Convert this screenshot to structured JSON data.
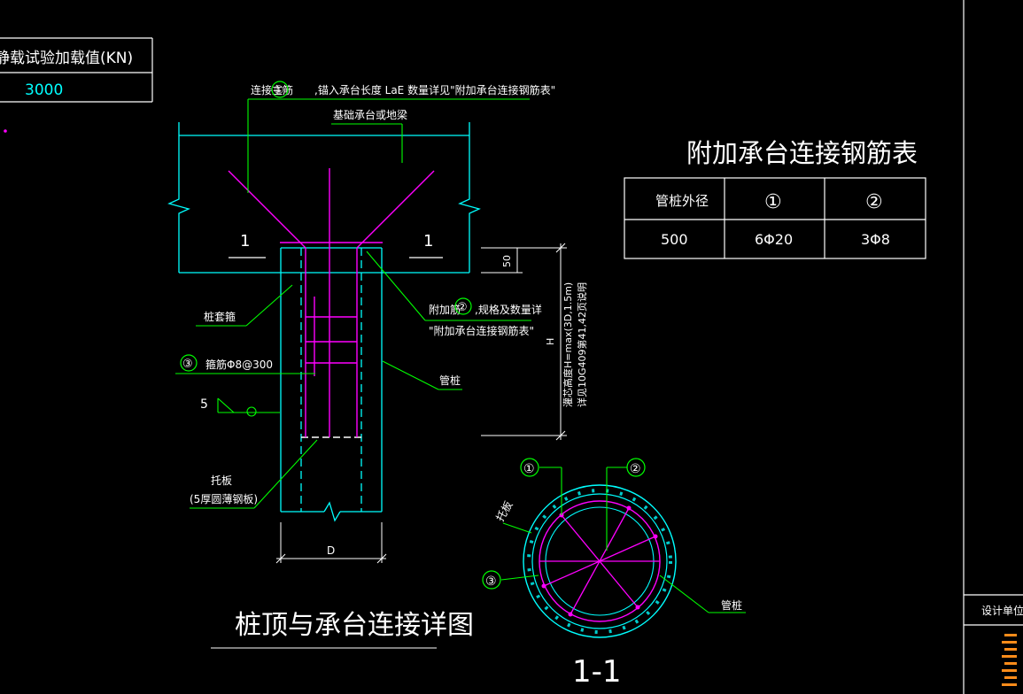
{
  "colors": {
    "background": "#000000",
    "concrete": "#00ffff",
    "rebar": "#ff00ff",
    "leader": "#00ff00",
    "text": "#ffffff",
    "accent": "#ff8c1a"
  },
  "load_table": {
    "header": "静载试验加载值(KN)",
    "value": "3000"
  },
  "detail": {
    "title": "桩顶与承台连接详图",
    "label_main_bar_prefix": "连接主筋",
    "label_main_bar_num": "①",
    "label_main_bar_note": ",锚入承台长度 LaE 数量详见\"附加承台连接钢筋表\"",
    "label_cap": "基础承台或地梁",
    "section_mark": "1",
    "label_pile_fill": "桩套箍",
    "label_add_bar_prefix": "附加筋",
    "label_add_bar_num": "②",
    "label_add_bar_note1": ",规格及数量详",
    "label_add_bar_note2": "\"附加承台连接钢筋表\"",
    "label_stirrup_num": "③",
    "label_stirrup": "箍筋Φ8@300",
    "label_pipe_pile": "管桩",
    "weld_size": "5",
    "label_plate": "托板",
    "label_plate_note": "(5厚圆薄钢板)",
    "dim_top": "50",
    "dim_h": "H",
    "dim_h_note1": "灌芯高度H=max(3D,1.5m)",
    "dim_h_note2": "详见10G409第41,42页说明",
    "dim_d": "D"
  },
  "rebar_table": {
    "title": "附加承台连接钢筋表",
    "headers": [
      "管桩外径",
      "①",
      "②"
    ],
    "rows": [
      [
        "500",
        "6Φ20",
        "3Φ8"
      ]
    ]
  },
  "section": {
    "title": "1-1",
    "num1": "①",
    "num2": "②",
    "num3": "③",
    "label_plate": "托板",
    "label_pipe": "管桩"
  },
  "sidebar": {
    "label": "设计单位"
  }
}
